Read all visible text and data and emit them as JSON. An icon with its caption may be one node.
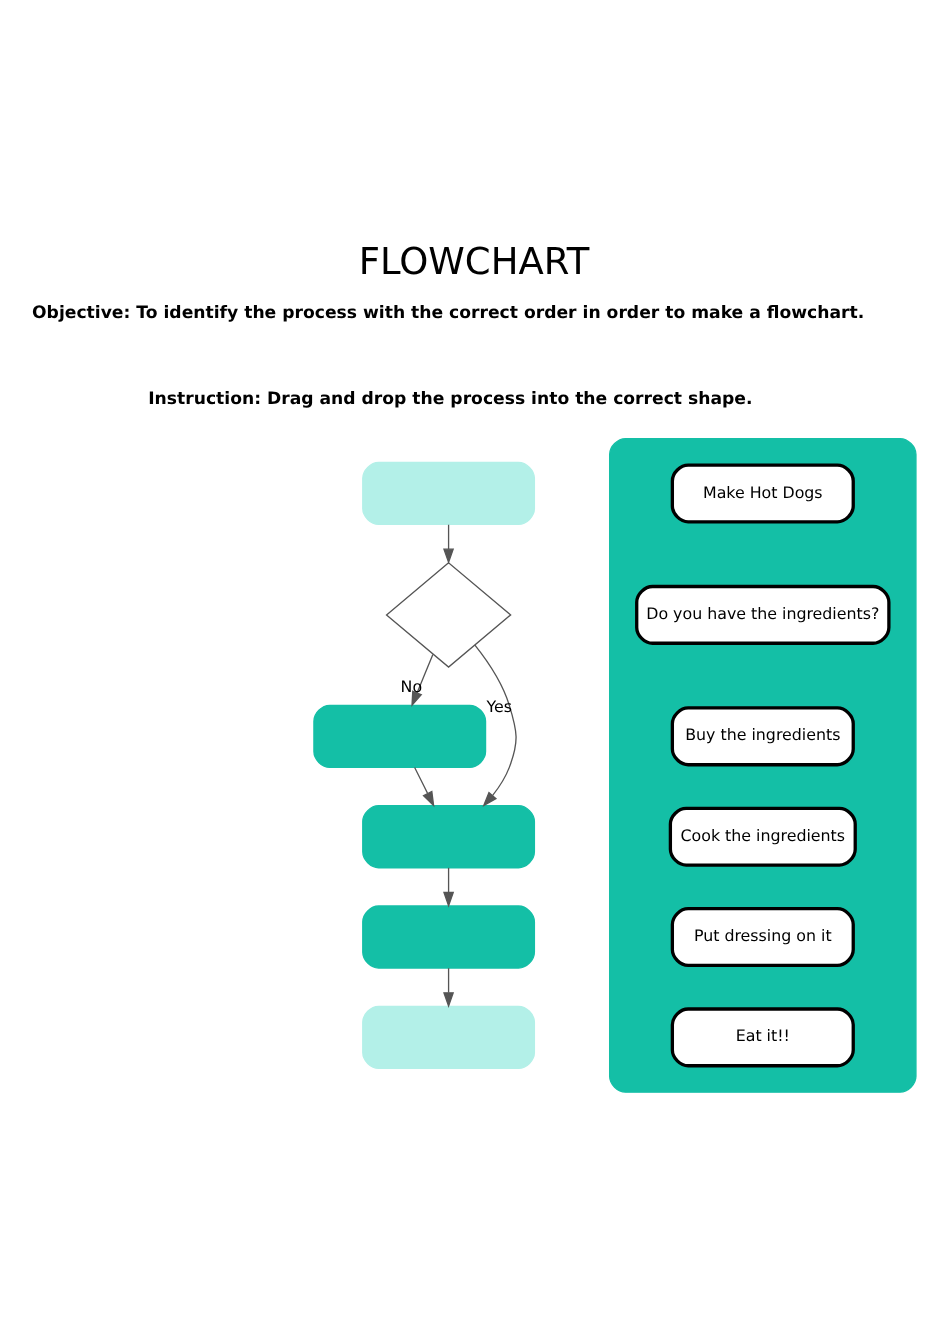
{
  "diagram": {
    "title": "FLOWCHART",
    "nodes": [
      {
        "text": [],
        "shape": "box"
      },
      {
        "text": [],
        "shape": "diamond"
      },
      {
        "text": [],
        "shape": "box"
      },
      {
        "text": [],
        "shape": "box"
      },
      {
        "text": [],
        "shape": "box"
      },
      {
        "text": [],
        "shape": "box"
      },
      {
        "text": [],
        "shape": "box"
      },
      {
        "text": [
          "Make Hot Dogs"
        ],
        "in": 6
      },
      {
        "text": [
          "Do you have the ingredients?"
        ],
        "in": 6
      },
      {
        "text": [
          "Buy the ingredients"
        ],
        "in": 6
      },
      {
        "text": [
          "Cook the ingredients"
        ],
        "in": 6
      },
      {
        "text": [
          "Put dressing on it"
        ],
        "in": 6
      },
      {
        "text": [
          "Eat it!!"
        ],
        "in": 6
      }
    ],
    "edges": [
      {
        "from": 0,
        "to": 1,
        "arrow": "to"
      },
      {
        "from": 1,
        "to": 2,
        "arrow": "to",
        "label": "No"
      },
      {
        "from": 1,
        "to": 3,
        "arrow": "to",
        "label": "Yes"
      },
      {
        "from": 2,
        "to": 3,
        "arrow": "to"
      },
      {
        "from": 3,
        "to": 4,
        "arrow": "to"
      },
      {
        "from": 4,
        "to": 5,
        "arrow": "to"
      }
    ],
    "labels": [
      "Objective: To identify the process with the correct order in order to make a flowchart.",
      "Instruction: Drag and drop the process into the correct shape."
    ]
  }
}
